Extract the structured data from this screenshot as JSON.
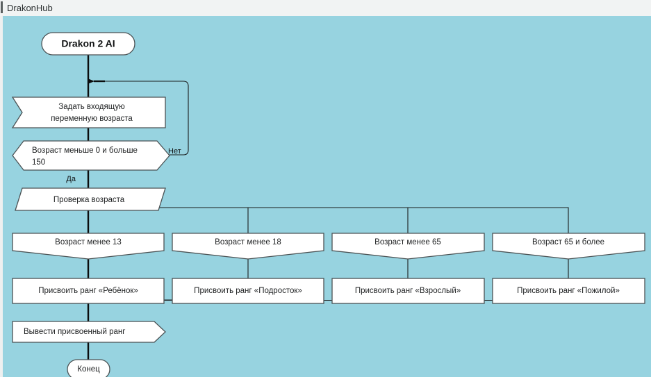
{
  "window": {
    "title": "DrakonHub",
    "grip_icon": "window-grip-icon"
  },
  "theme": {
    "canvas_background": "#97d3e0",
    "titlebar_background": "#f1f3f3",
    "node_fill": "#ffffff",
    "node_stroke": "#4b5254",
    "line_color": "#1a1c1d",
    "text_color": "#1d1f20"
  },
  "diagram": {
    "title": "Drakon 2 AI",
    "end_label": "Конец",
    "nodes": {
      "start": "Drakon 2 AI",
      "input": "Задать входящую переменную возраста",
      "input_line1": "Задать входящую",
      "input_line2": "переменную возраста",
      "condition_line1": "Возраст меньше 0 и больше",
      "condition_line2": "150",
      "select": "Проверка возраста",
      "output": "Вывести присвоенный ранг",
      "end": "Конец"
    },
    "edge_labels": {
      "no": "Нет",
      "yes": "Да"
    },
    "branches": [
      {
        "case": "Возраст менее 13",
        "action": "Присвоить ранг «Ребёнок»"
      },
      {
        "case": "Возраст менее 18",
        "action": "Присвоить ранг «Подросток»"
      },
      {
        "case": "Возраст менее 65",
        "action": "Присвоить ранг «Взрослый»"
      },
      {
        "case": "Возраст 65 и более",
        "action": "Присвоить ранг «Пожилой»"
      }
    ]
  }
}
